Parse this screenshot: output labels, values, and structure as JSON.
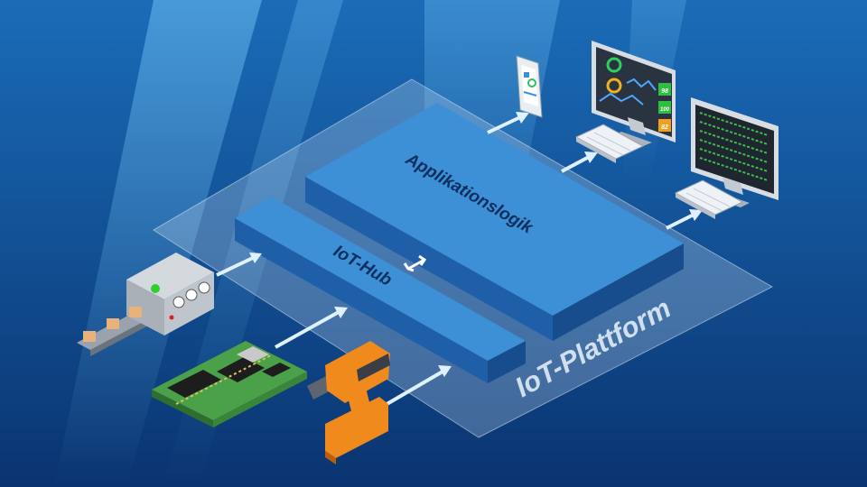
{
  "labels": {
    "platform": "IoT-Plattform",
    "hub": "IoT-Hub",
    "logic": "Applikationslogik"
  },
  "monitor_values": [
    "98",
    "100",
    "82"
  ],
  "colors": {
    "background": "#0b3c78",
    "platform": "#cfe3f5",
    "layer_top": "#3d8fd6",
    "layer_side": "#1f5fa8",
    "drill": "#f08a1c",
    "board": "#3a8a3a"
  }
}
